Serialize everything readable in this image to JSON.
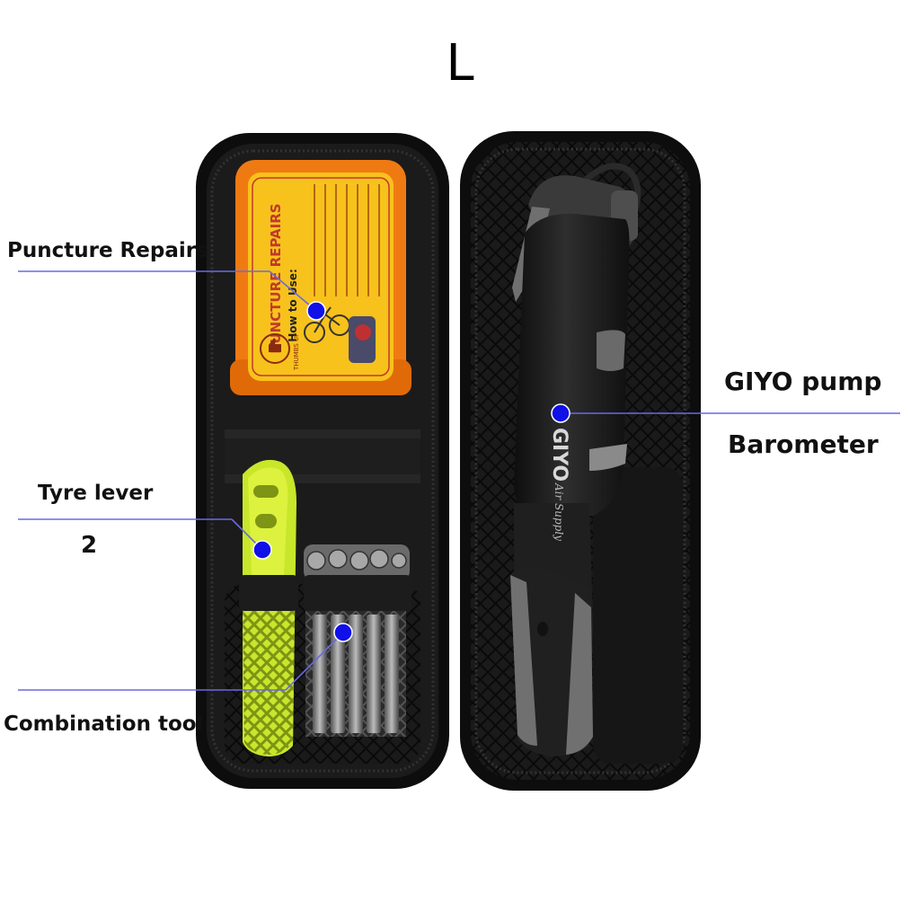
{
  "size_label": "L",
  "callouts": {
    "puncture_repairs": "Puncture Repairs",
    "tyre_lever": "Tyre lever",
    "tyre_lever_count": "2",
    "combination_tool": "Combination tool",
    "giyo_pump": "GIYO pump",
    "barometer": "Barometer"
  },
  "patch_box": {
    "title": "PUNCTURE REPAIRS",
    "subtitle": "How to Use:",
    "brand": "THUMBS UP"
  },
  "pump": {
    "brand": "GIYO",
    "tagline": "Air Supply"
  },
  "colors": {
    "marker": "#1010e8",
    "leader_line": "#6a6ae0",
    "case": "#141414",
    "patch_box_frame": "#f07a12",
    "patch_box_label": "#f7c21c",
    "tyre_lever": "#c8e62a",
    "pump_body": "#1c1c1c",
    "pump_grey": "#6f6f6f"
  }
}
